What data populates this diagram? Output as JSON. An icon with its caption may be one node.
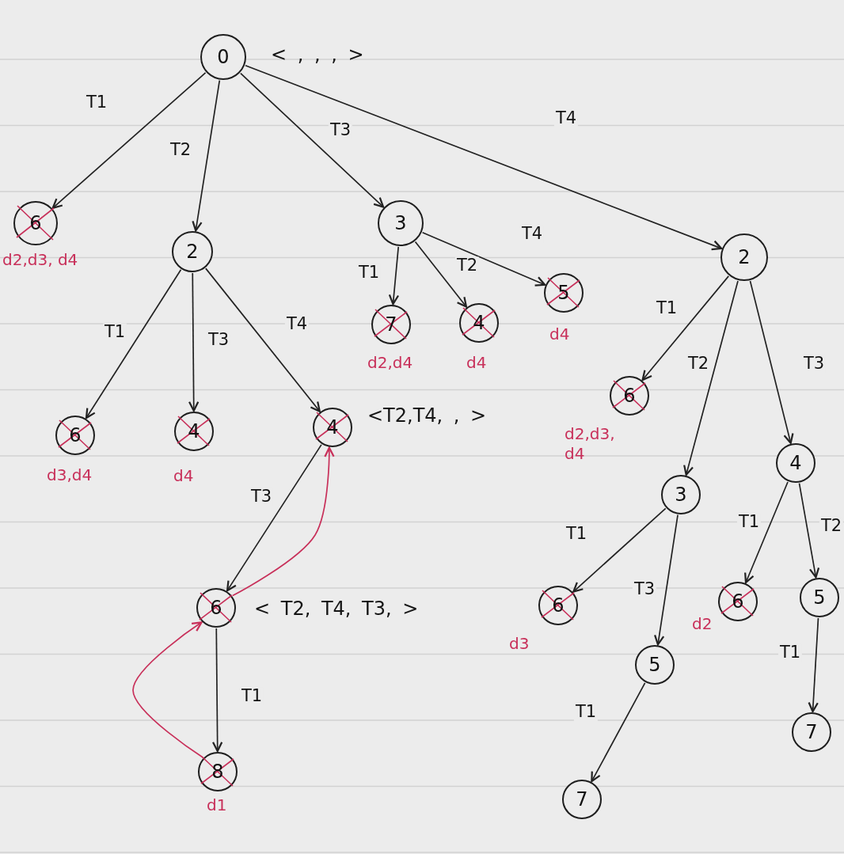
{
  "diagram": {
    "nodes": [
      {
        "text": [
          "0"
        ],
        "beside": [
          "< , , , >"
        ]
      },
      {
        "text": [
          "6"
        ],
        "beside": [
          "d2,d3, d4"
        ]
      },
      {
        "text": [
          "2"
        ]
      },
      {
        "text": [
          "3"
        ]
      },
      {
        "text": [
          "2"
        ]
      },
      {
        "text": [
          "7"
        ],
        "beside": [
          "d2,d4"
        ]
      },
      {
        "text": [
          "4"
        ],
        "beside": [
          "d4"
        ]
      },
      {
        "text": [
          "5"
        ],
        "beside": [
          "d4"
        ]
      },
      {
        "text": [
          "6"
        ],
        "beside": [
          "d3,d4"
        ]
      },
      {
        "text": [
          "4"
        ],
        "beside": [
          "d4"
        ]
      },
      {
        "text": [
          "4"
        ],
        "beside": [
          "<T2,T4, , >"
        ]
      },
      {
        "text": [
          "6"
        ],
        "beside": [
          "d2,d3, d4"
        ]
      },
      {
        "text": [
          "4"
        ]
      },
      {
        "text": [
          "3"
        ]
      },
      {
        "text": [
          "6"
        ],
        "beside": [
          "< T2, T4, T3, >"
        ]
      },
      {
        "text": [
          "6"
        ],
        "beside": [
          "d3"
        ]
      },
      {
        "text": [
          "6"
        ],
        "beside": [
          "d2"
        ]
      },
      {
        "text": [
          "5"
        ]
      },
      {
        "text": [
          "5"
        ]
      },
      {
        "text": [
          "8"
        ],
        "beside": [
          "d1"
        ]
      },
      {
        "text": [
          "7"
        ]
      },
      {
        "text": [
          "7"
        ]
      }
    ],
    "edges": [
      {
        "from": 0,
        "to": 1,
        "arrow": "to",
        "label": "T1"
      },
      {
        "from": 0,
        "to": 2,
        "arrow": "to",
        "label": "T2"
      },
      {
        "from": 0,
        "to": 3,
        "arrow": "to",
        "label": "T3"
      },
      {
        "from": 0,
        "to": 4,
        "arrow": "to",
        "label": "T4"
      },
      {
        "from": 2,
        "to": 8,
        "arrow": "to",
        "label": "T1"
      },
      {
        "from": 2,
        "to": 9,
        "arrow": "to",
        "label": "T3"
      },
      {
        "from": 2,
        "to": 10,
        "arrow": "to",
        "label": "T4"
      },
      {
        "from": 3,
        "to": 5,
        "arrow": "to",
        "label": "T1"
      },
      {
        "from": 3,
        "to": 6,
        "arrow": "to",
        "label": "T2"
      },
      {
        "from": 3,
        "to": 7,
        "arrow": "to",
        "label": "T4"
      },
      {
        "from": 4,
        "to": 11,
        "arrow": "to",
        "label": "T1"
      },
      {
        "from": 4,
        "to": 13,
        "arrow": "to",
        "label": "T2"
      },
      {
        "from": 4,
        "to": 12,
        "arrow": "to",
        "label": "T3"
      },
      {
        "from": 10,
        "to": 14,
        "arrow": "to",
        "label": "T3"
      },
      {
        "from": 14,
        "to": 19,
        "arrow": "to",
        "label": "T1"
      },
      {
        "from": 13,
        "to": 15,
        "arrow": "to",
        "label": "T1"
      },
      {
        "from": 13,
        "to": 18,
        "arrow": "to",
        "label": "T3"
      },
      {
        "from": 18,
        "to": 20,
        "arrow": "to",
        "label": "T1"
      },
      {
        "from": 12,
        "to": 16,
        "arrow": "to",
        "label": "T1"
      },
      {
        "from": 12,
        "to": 17,
        "arrow": "to",
        "label": "T2"
      },
      {
        "from": 17,
        "to": 21,
        "arrow": "to",
        "label": "T1"
      },
      {
        "from": 19,
        "to": 14,
        "arrow": "to",
        "color": "#c8305a"
      },
      {
        "from": 14,
        "to": 10,
        "arrow": "to",
        "color": "#c8305a"
      }
    ]
  }
}
